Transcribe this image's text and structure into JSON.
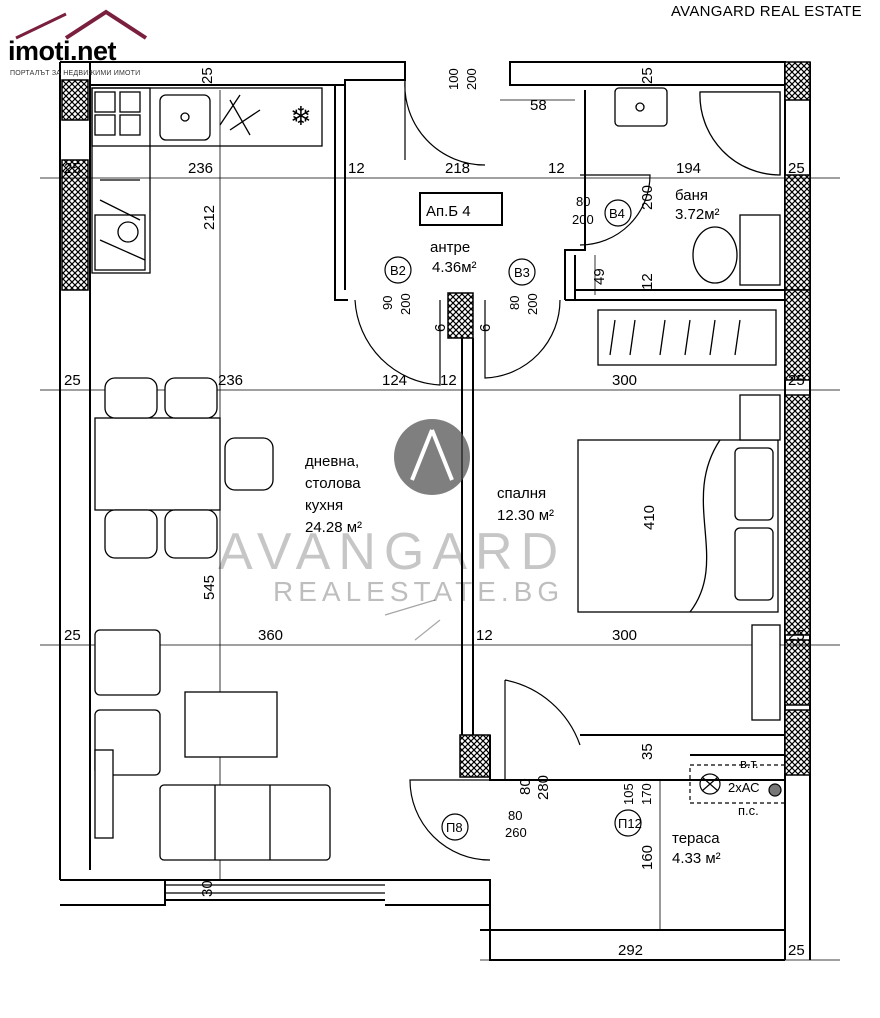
{
  "logo": {
    "brand": "imoti.net",
    "tagline": "ПОРТАЛЪТ ЗА НЕДВИЖИМИ ИМОТИ"
  },
  "agency": "AVANGARD REAL ESTATE",
  "watermark": {
    "line1": "AVANGARD",
    "line2": "REALESTATE.BG"
  },
  "unit_label": "Ап.Б 4",
  "rooms": {
    "hall": {
      "name": "антре",
      "area": "4.36м²"
    },
    "bath": {
      "name": "баня",
      "area": "3.72м²"
    },
    "living_1": "дневна,",
    "living_2": "столова",
    "living_3": "кухня",
    "living_area": "24.28 м²",
    "bedroom": {
      "name": "спалня",
      "area": "12.30 м²"
    },
    "terrace": {
      "name": "тераса",
      "area": "4.33 м²"
    }
  },
  "doors": {
    "b2": "В2",
    "b3": "В3",
    "b4": "В4",
    "p8": "П8",
    "p12": "П12",
    "b2_w": "90",
    "b2_h": "200",
    "b3_w": "80",
    "b3_h": "200",
    "b4_w": "80",
    "b4_h": "200",
    "entry_w": "100",
    "entry_h": "200",
    "p8_w": "80",
    "p8_h": "260",
    "p12_w": "105",
    "p12_h": "170"
  },
  "labels": {
    "ac": "2хАС",
    "bt": "в.т.",
    "ps": "п.с."
  },
  "dims": {
    "d25": "25",
    "d236": "236",
    "d12": "12",
    "d218": "218",
    "d194": "194",
    "d58": "58",
    "d212": "212",
    "d200": "200",
    "d49": "49",
    "d6": "6",
    "d124": "124",
    "d300": "300",
    "d410": "410",
    "d545": "545",
    "d360": "360",
    "d35": "35",
    "d80": "80",
    "d280": "280",
    "d160": "160",
    "d30": "30",
    "d292": "292"
  }
}
